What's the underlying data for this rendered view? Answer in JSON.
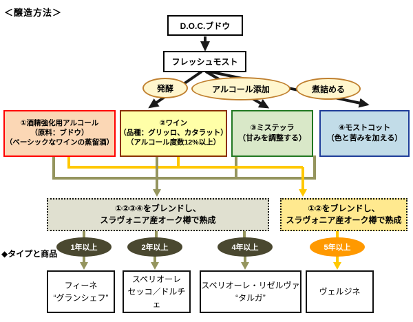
{
  "title": "＜醸造方法＞",
  "section_label": "◆タイプと商品",
  "colors": {
    "ingredient1_fill": "#FBD7B5",
    "ingredient1_border": "#FF0000",
    "ingredient2_fill": "#FFFFA8",
    "ingredient2_border": "#8B3000",
    "ingredient3_fill": "#D9E8C8",
    "ingredient3_border": "#217821",
    "ingredient4_fill": "#C2DCE8",
    "ingredient4_border": "#1F3D99",
    "process_ellipse_fill": "#FFF6CE",
    "process_ellipse_border": "#C08030",
    "blend_left_fill": "#E0E0D0",
    "blend_right_fill": "#FFE98F",
    "badge_dark_fill": "#4A4830",
    "badge_orange_fill": "#FF9900",
    "wire_olive": "#95955E",
    "wire_yellow": "#FFC800",
    "wire_black": "#1A1A1A"
  },
  "flow": {
    "top_boxes": [
      {
        "label": "D.O.C.ブドウ"
      },
      {
        "label": "フレッシュモスト"
      }
    ],
    "process_ellipses": [
      {
        "label": "発酵"
      },
      {
        "label": "アルコール添加"
      },
      {
        "label": "煮詰める"
      }
    ],
    "ingredient_boxes": [
      {
        "lines": [
          "①酒精強化用アルコール",
          "（原料：ブドウ）",
          "（ベーシックなワインの蒸留酒）"
        ]
      },
      {
        "lines": [
          "②ワイン",
          "（品種：グリッロ、カタラット）",
          "（アルコール度数12%以上）"
        ]
      },
      {
        "lines": [
          "③ミステッラ",
          "（甘みを調整する）"
        ]
      },
      {
        "lines": [
          "④モストコット",
          "（色と苦みを加える）"
        ]
      }
    ],
    "blend_boxes": [
      {
        "lines": [
          "①②③④をブレンドし、",
          "スラヴォニア産オーク樽で熟成"
        ]
      },
      {
        "lines": [
          "①②をブレンドし、",
          "スラヴォニア産オーク樽で熟成"
        ]
      }
    ],
    "aging_badges": [
      {
        "label": "1年以上"
      },
      {
        "label": "2年以上"
      },
      {
        "label": "4年以上"
      },
      {
        "label": "5年以上"
      }
    ],
    "product_boxes": [
      {
        "lines": [
          "フィーネ",
          "“グランシェフ”"
        ]
      },
      {
        "lines": [
          "スペリオーレ",
          "セッコ／ドルチェ"
        ]
      },
      {
        "lines": [
          "スペリオーレ・リゼルヴァ",
          "“タルガ”"
        ]
      },
      {
        "lines": [
          "ヴェルジネ",
          ""
        ]
      }
    ]
  }
}
